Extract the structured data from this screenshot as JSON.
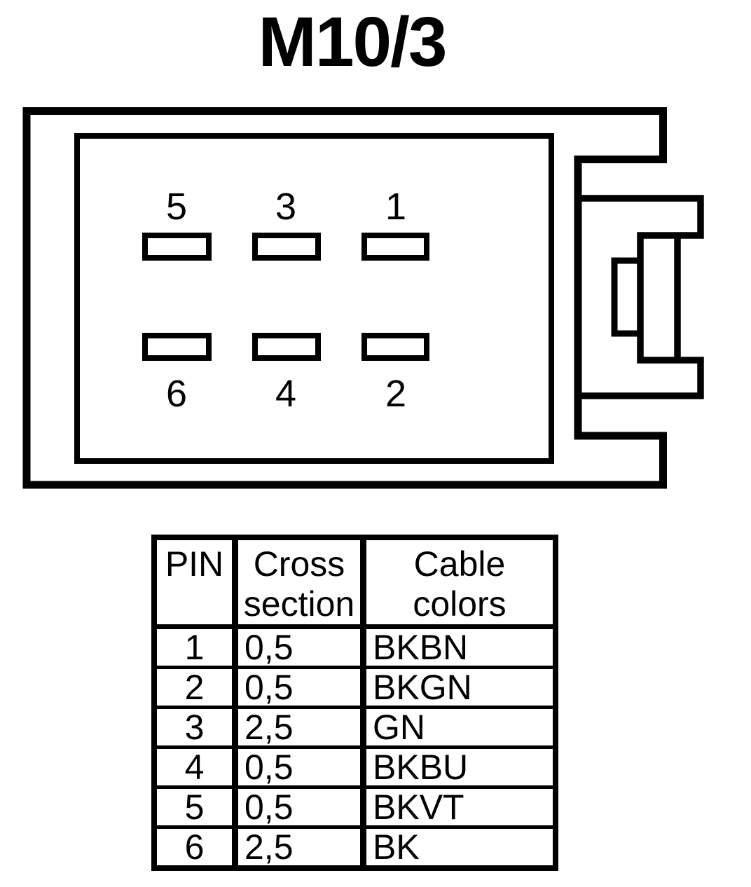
{
  "title": "M10/3",
  "connector": {
    "top_row": [
      "5",
      "3",
      "1"
    ],
    "bottom_row": [
      "6",
      "4",
      "2"
    ]
  },
  "table": {
    "headers": [
      "PIN",
      "Cross section",
      "Cable colors"
    ],
    "rows": [
      [
        "1",
        "0,5",
        "BKBN"
      ],
      [
        "2",
        "0,5",
        "BKGN"
      ],
      [
        "3",
        "2,5",
        "GN"
      ],
      [
        "4",
        "0,5",
        "BKBU"
      ],
      [
        "5",
        "0,5",
        "BKVT"
      ],
      [
        "6",
        "2,5",
        "BK"
      ]
    ]
  },
  "colors": {
    "line": "#000000",
    "background": "#ffffff"
  }
}
